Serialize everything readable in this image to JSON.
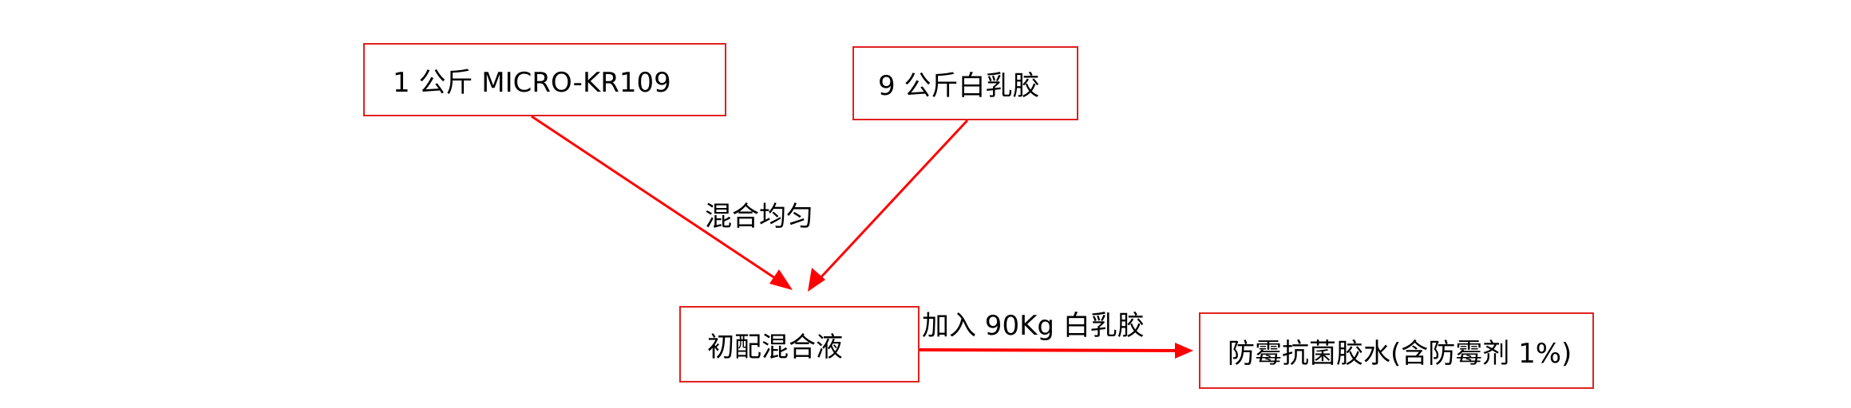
{
  "diagram": {
    "nodes": {
      "micro": "1 公斤 MICRO-KR109",
      "latex": "9 公斤白乳胶",
      "premix": "初配混合液",
      "product": "防霉抗菌胶水(含防霉剂 1%)"
    },
    "edge_labels": {
      "mix": "混合均匀",
      "add": "加入 90Kg 白乳胶"
    },
    "colors": {
      "border": "#e0211f",
      "arrow": "#ff0000",
      "text": "#000000"
    }
  }
}
